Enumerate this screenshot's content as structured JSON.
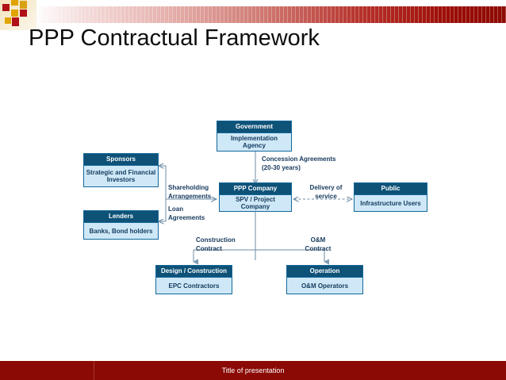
{
  "slide": {
    "title": "PPP Contractual Framework",
    "footer_text": "Title of presentation",
    "colors": {
      "band_start": "#ffffff",
      "band_end": "#8d0a04",
      "footer_bar": "#8b0a05",
      "node_header": "#0e5278",
      "node_body": "#cfe8f7",
      "node_border": "#14689b",
      "edge_label": "#16395c",
      "motif_red": "#b01116",
      "motif_gold": "#e0a400"
    }
  },
  "diagram": {
    "type": "flowchart",
    "nodes": [
      {
        "id": "government",
        "header": "Government",
        "body": "Implementation Agency"
      },
      {
        "id": "sponsors",
        "header": "Sponsors",
        "body": "Strategic and Financial Investors"
      },
      {
        "id": "lenders",
        "header": "Lenders",
        "body": "Banks, Bond holders"
      },
      {
        "id": "ppp",
        "header": "PPP Company",
        "body": "SPV / Project Company"
      },
      {
        "id": "public",
        "header": "Public",
        "body": "Infrastructure Users"
      },
      {
        "id": "design",
        "header": "Design / Construction",
        "body": "EPC Contractors"
      },
      {
        "id": "operation",
        "header": "Operation",
        "body": "O&M Operators"
      }
    ],
    "edges": [
      {
        "id": "concession",
        "label": "Concession Agreements\n(20-30 years)",
        "from": "ppp",
        "to": "government",
        "style": "solid",
        "arrows": "both"
      },
      {
        "id": "shareholding",
        "label": "Shareholding\nArrangements",
        "from": "sponsors",
        "to": "ppp",
        "style": "solid",
        "arrows": "both"
      },
      {
        "id": "loan",
        "label": "Loan\nAgreements",
        "from": "lenders",
        "to": "ppp",
        "style": "solid",
        "arrows": "both"
      },
      {
        "id": "delivery",
        "label": "Delivery of\nservice",
        "from": "ppp",
        "to": "public",
        "style": "dashed",
        "arrows": "both"
      },
      {
        "id": "construction",
        "label": "Construction\nContract",
        "from": "ppp",
        "to": "design",
        "style": "solid",
        "arrows": "to"
      },
      {
        "id": "om",
        "label": "O&M\nContract",
        "from": "ppp",
        "to": "operation",
        "style": "solid",
        "arrows": "to"
      }
    ]
  }
}
